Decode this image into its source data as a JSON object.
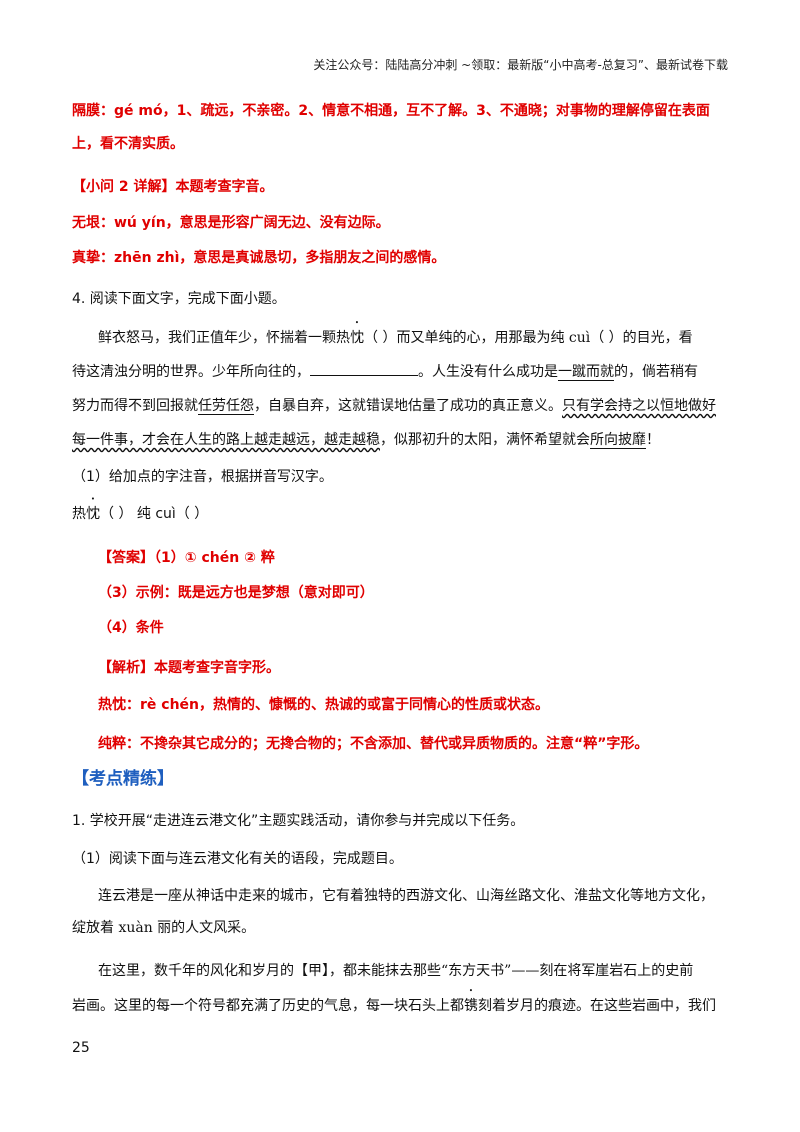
{
  "header": "关注公众号：陆陆高分冲刺 ~领取：最新版“小中高考-总复习”、最新试卷下载",
  "red_lines": {
    "gemo_1": "隔膜：gé mó，1、疏远，不亲密。2、情意不相通，互不了解。3、不通晓；对事物的理解停留在表面",
    "gemo_2": "上，看不清实质。",
    "q2_title": "【小问 2 详解】本题考查字音。",
    "wuyin": "无垠：wú yín，意思是形容广阔无边、没有边际。",
    "zhenzhi": "真挚：zhēn zhì，意思是真诚恳切，多指朋友之间的感情。"
  },
  "q4": {
    "title": "4. 阅读下面文字，完成下面小题。",
    "p1_a": "鲜衣怒马，我们正值年少，怀揣着一颗热",
    "p1_dot": "忱",
    "p1_b": "（    ）而又单纯的心，用那最为纯 cuì（    ）的目光，看",
    "p2_a": "待这清浊分明的世界。少年所向往的，",
    "p2_b": "。人生没有什么成功是",
    "p2_u": "一蹴而就",
    "p2_c": "的，倘若稍有",
    "p3_a": "努力而得不到回报就",
    "p3_u1": "任劳任怨",
    "p3_b": "，自暴自弃，这就错误地估量了成功的真正意义。",
    "p3_w": "只有学会持之以恒地做好",
    "p4_w": "每一件事，才会在人生的路上越走越远，越走越稳",
    "p4_b": "，似那初升的太阳，满怀希望就会",
    "p4_u": "所向披靡",
    "p4_c": "！",
    "sub1": "（1）给加点的字注音，根据拼音写汉字。",
    "fill_a": "热",
    "fill_dot": "忱",
    "fill_b": "（        ）          纯 cuì（        ）"
  },
  "answer": {
    "a1": "【答案】（1）①  chén       ② 粹",
    "a3": "（3）示例：既是远方也是梦想（意对即可）",
    "a4": "（4）条件",
    "jx": "【解析】本题考查字音字形。",
    "rechen": "热忱：rè chén，热情的、慷慨的、热诚的或富于同情心的性质或状态。",
    "chuncui": "纯粹：不搀杂其它成分的；无搀合物的；不含添加、替代或异质物质的。注意“粹”字形。"
  },
  "section_title": "【考点精练】",
  "practice": {
    "q1": "1. 学校开展“走进连云港文化”主题实践活动，请你参与并完成以下任务。",
    "q1_1": "（1）阅读下面与连云港文化有关的语段，完成题目。",
    "p1": "连云港是一座从神话中走来的城市，它有着独特的西游文化、山海丝路文化、淮盐文化等地方文化，",
    "p2": "绽放着 xuàn 丽的人文风采。",
    "p3_a": "在这里，数千年的风化和岁月的【甲】，都未能抹去那些“东方天书”——刻在将军崖岩石上的史前",
    "p4_a": "岩画。这里的每一个符号都充满了历史的气息，每一块石头上都",
    "p4_dot": "镌",
    "p4_b": "刻着岁月的痕迹。在这些岩画中，我们"
  },
  "page_number": "25"
}
